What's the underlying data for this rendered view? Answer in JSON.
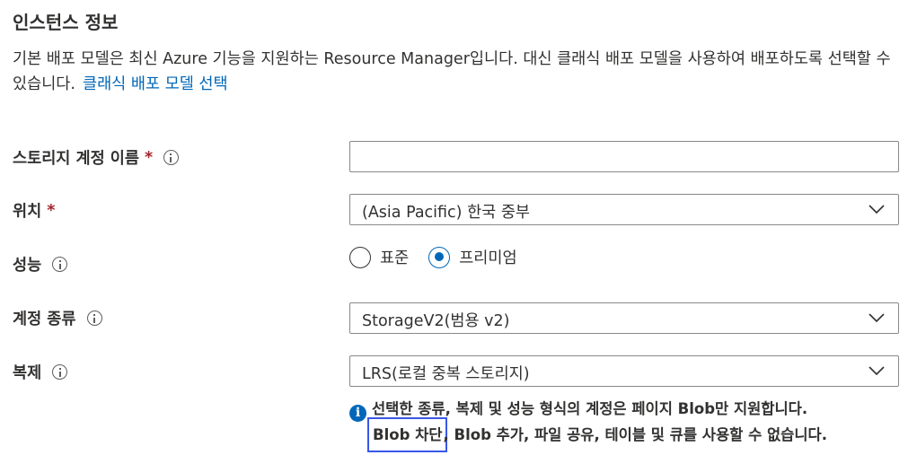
{
  "section": {
    "title": "인스턴스 정보",
    "description": "기본 배포 모델은 최신 Azure 기능을 지원하는 Resource Manager입니다. 대신 클래식 배포 모델을 사용하여 배포하도록 선택할 수 있습니다.",
    "classic_link": "클래식 배포 모델 선택"
  },
  "fields": {
    "storage_name": {
      "label": "스토리지 계정 이름",
      "required": "*",
      "value": ""
    },
    "location": {
      "label": "위치",
      "required": "*",
      "value": "(Asia Pacific) 한국 중부"
    },
    "performance": {
      "label": "성능",
      "options": [
        {
          "label": "표준",
          "selected": false
        },
        {
          "label": "프리미엄",
          "selected": true
        }
      ]
    },
    "account_kind": {
      "label": "계정 종류",
      "value": "StorageV2(범용 v2)"
    },
    "replication": {
      "label": "복제",
      "value": "LRS(로컬 중복 스토리지)"
    }
  },
  "notice": {
    "line1": "선택한 종류, 복제 및 성능 형식의 계정은 페이지 Blob만 지원합니다.",
    "highlight": "Blob 차단",
    "line2_rest": ", Blob 추가, 파일 공유, 테이블 및 큐를 사용할 수 없습니다."
  },
  "colors": {
    "link": "#0067b8",
    "required": "#a4262c",
    "radio_selected": "#0067b8",
    "highlight_box": "#3a57e8"
  }
}
